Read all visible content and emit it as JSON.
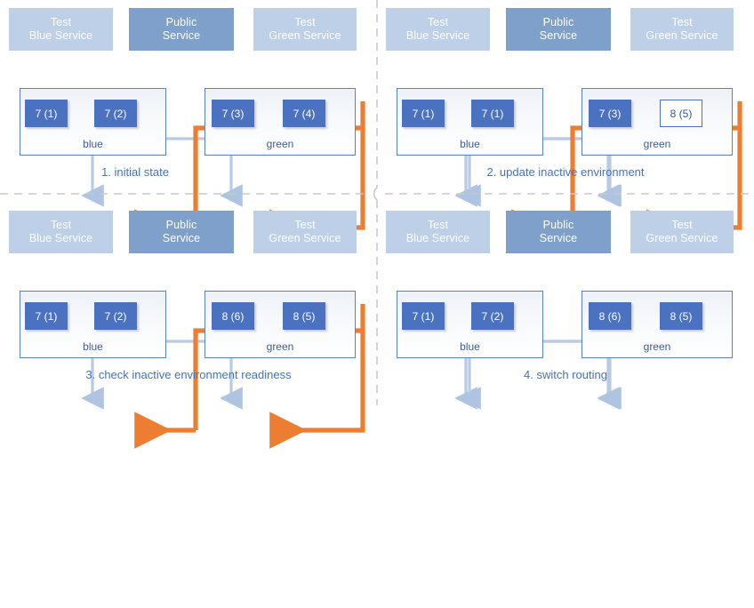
{
  "diagram": {
    "title": "blue-green deployment sequence",
    "colors": {
      "service_light": "#bdd0e8",
      "service_dark": "#7fa0ca",
      "version_fill": "#4a72c0",
      "accent_orange": "#ed7d31",
      "connector_blue": "#b5c9e3",
      "caption_blue": "#4472c4",
      "env_border": "#5b81c0"
    },
    "services": {
      "test_blue": "Test\nBlue Service",
      "test_blue_line1": "Test",
      "test_blue_line2": "Blue Service",
      "public_line1": "Public",
      "public_line2": "Service",
      "test_green_line1": "Test",
      "test_green_line2": "Green Service"
    },
    "environments": {
      "blue_label": "blue",
      "green_label": "green"
    }
  },
  "panels": [
    {
      "id": "panel-1",
      "caption": "1. initial state",
      "blue_env": {
        "label": "blue",
        "versions": [
          {
            "text": "7 (1)",
            "style": "filled"
          },
          {
            "text": "7 (2)",
            "style": "filled"
          }
        ]
      },
      "green_env": {
        "label": "green",
        "versions": [
          {
            "text": "7 (3)",
            "style": "filled"
          },
          {
            "text": "7 (4)",
            "style": "filled"
          }
        ]
      },
      "public_routing_target": "blue"
    },
    {
      "id": "panel-2",
      "caption": "2. update inactive environment",
      "blue_env": {
        "label": "blue",
        "versions": [
          {
            "text": "7 (1)",
            "style": "filled"
          },
          {
            "text": "7 (1)",
            "style": "filled"
          }
        ]
      },
      "green_env": {
        "label": "green",
        "versions": [
          {
            "text": "7 (3)",
            "style": "filled"
          },
          {
            "text": "8 (5)",
            "style": "hollow"
          }
        ]
      },
      "public_routing_target": "blue"
    },
    {
      "id": "panel-3",
      "caption": "3. check inactive environment readiness",
      "blue_env": {
        "label": "blue",
        "versions": [
          {
            "text": "7 (1)",
            "style": "filled"
          },
          {
            "text": "7 (2)",
            "style": "filled"
          }
        ]
      },
      "green_env": {
        "label": "green",
        "versions": [
          {
            "text": "8 (6)",
            "style": "filled"
          },
          {
            "text": "8 (5)",
            "style": "filled"
          }
        ]
      },
      "public_routing_target": "blue"
    },
    {
      "id": "panel-4",
      "caption": "4. switch routing",
      "blue_env": {
        "label": "blue",
        "versions": [
          {
            "text": "7 (1)",
            "style": "filled"
          },
          {
            "text": "7 (2)",
            "style": "filled"
          }
        ]
      },
      "green_env": {
        "label": "green",
        "versions": [
          {
            "text": "8 (6)",
            "style": "filled"
          },
          {
            "text": "8 (5)",
            "style": "filled"
          }
        ]
      },
      "public_routing_target": "green"
    }
  ]
}
